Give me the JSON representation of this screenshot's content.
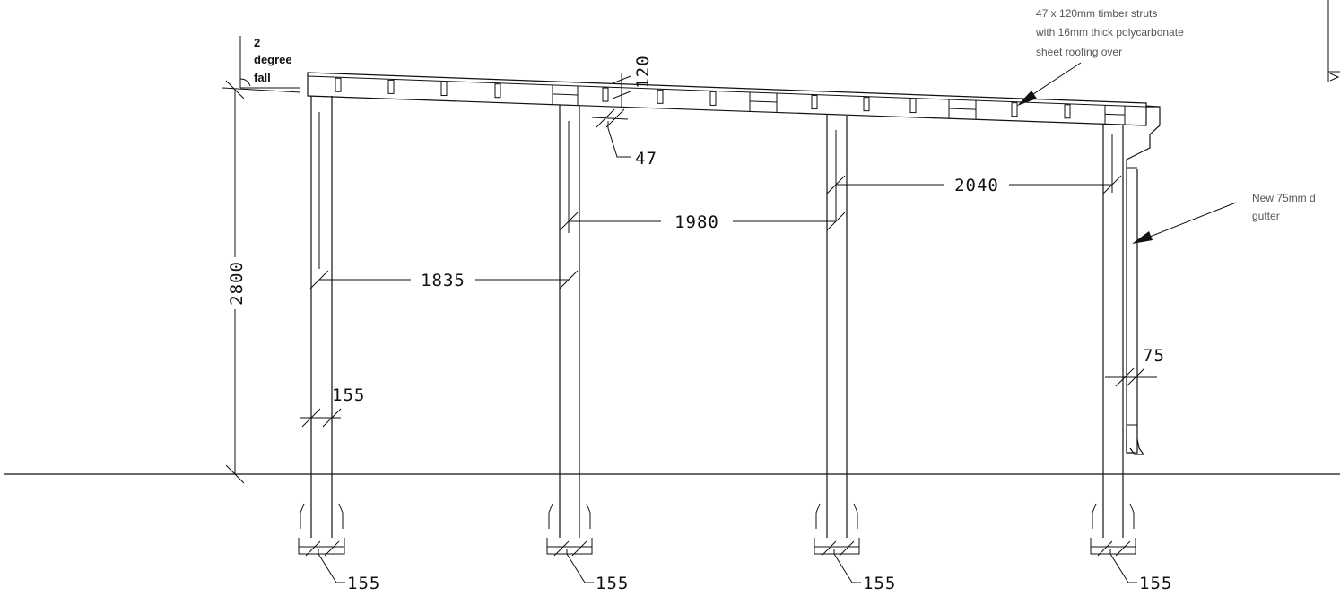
{
  "notes": {
    "fall_number": "2",
    "fall_word1": "degree",
    "fall_word2": "fall",
    "roof_line1": "47 x 120mm timber struts",
    "roof_line2": "with 16mm thick polycarbonate",
    "roof_line3": "sheet roofing over",
    "gutter_line1": "New 75mm d",
    "gutter_line2": "gutter"
  },
  "dimensions": {
    "height": "2800",
    "span1": "1835",
    "span2": "1980",
    "span3": "2040",
    "strut_depth": "120",
    "strut_width": "47",
    "post_width": "155",
    "downpipe": "75",
    "footing_widths": [
      "155",
      "155",
      "155",
      "155"
    ]
  }
}
